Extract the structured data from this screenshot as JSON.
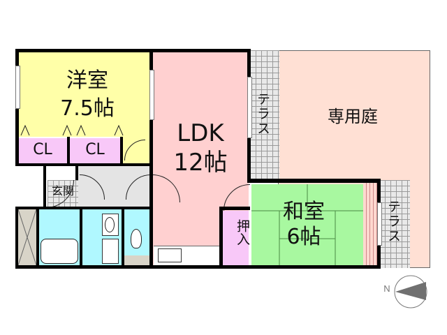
{
  "floorplan": {
    "rooms": {
      "western": {
        "name": "洋室",
        "size": "7.5帖",
        "color": "#ffffa8"
      },
      "closet1": {
        "name": "CL",
        "color": "#f8c8f8"
      },
      "closet2": {
        "name": "CL",
        "color": "#f8c8f8"
      },
      "ldk": {
        "name": "LDK",
        "size": "12帖",
        "color": "#ffd0d0"
      },
      "terrace_top": {
        "name": "テラス"
      },
      "garden": {
        "name": "専用庭",
        "color": "#ffe0d4"
      },
      "entrance": {
        "name": "玄関"
      },
      "japanese": {
        "name": "和室",
        "size": "6帖",
        "color": "#a8f8a0"
      },
      "oshiire": {
        "name": "押入",
        "color": "#f8c8f8"
      },
      "terrace_right": {
        "name": "テラス"
      },
      "bath": {
        "color": "#b0f8ff"
      },
      "hall": {
        "color": "#e4e4e4"
      }
    },
    "compass": {
      "label": "N",
      "color": "#707070"
    }
  }
}
